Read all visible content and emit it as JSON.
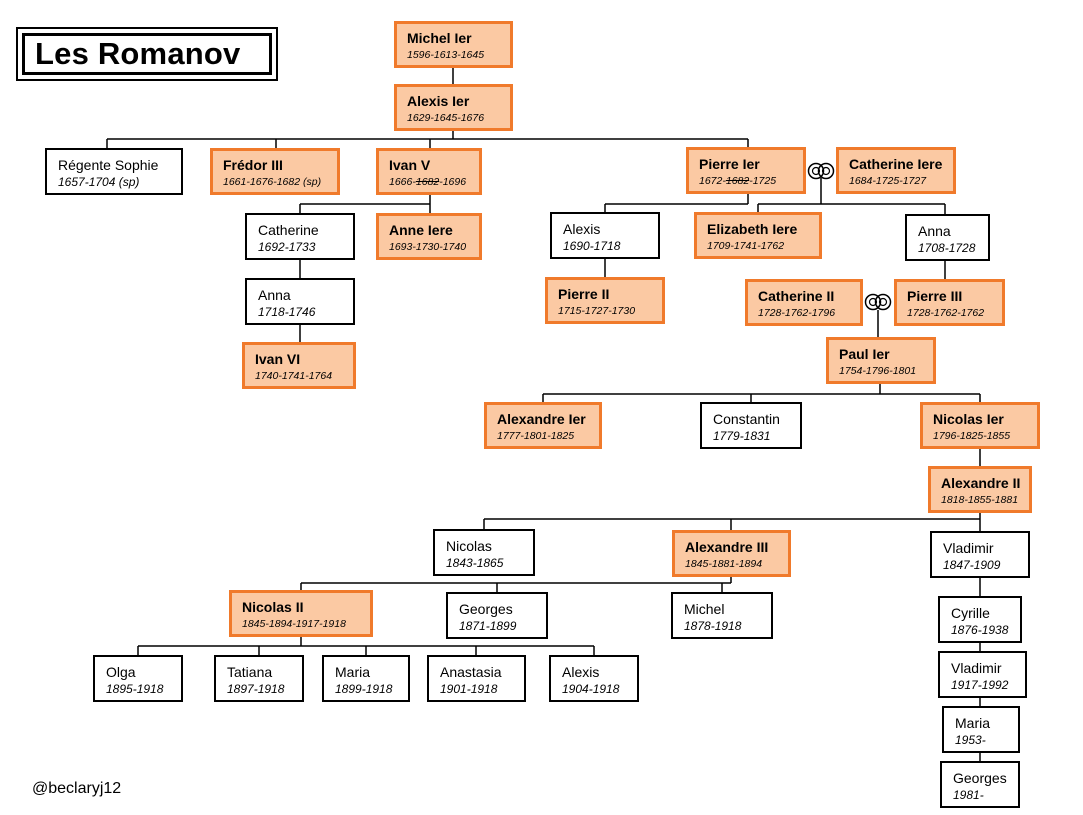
{
  "title": "Les Romanov",
  "signature": "@beclaryj12",
  "colors": {
    "ruler_fill": "#fbc9a3",
    "ruler_border": "#f07a2b",
    "box_border": "#000000",
    "line": "#000000"
  },
  "people": {
    "michel_ier": {
      "name": "Michel Ier",
      "dates": "1596-1613-1645",
      "ruler": true
    },
    "alexis_ier": {
      "name": "Alexis Ier",
      "dates": "1629-1645-1676",
      "ruler": true
    },
    "regente_sophie": {
      "name": "Régente Sophie",
      "dates": "1657-1704 (sp)",
      "ruler": false
    },
    "fredor_iii": {
      "name": "Frédor III",
      "dates": "1661-1676-1682 (sp)",
      "ruler": true
    },
    "ivan_v": {
      "name": "Ivan V",
      "dates_a": "1666-",
      "dates_struck": "1682",
      "dates_b": "-1696",
      "ruler": true
    },
    "pierre_ier": {
      "name": "Pierre Ier",
      "dates_a": "1672-",
      "dates_struck": "1682",
      "dates_b": "-1725",
      "ruler": true
    },
    "catherine_iere": {
      "name": "Catherine Iere",
      "dates": "1684-1725-1727",
      "ruler": true
    },
    "catherine": {
      "name": "Catherine",
      "dates": "1692-1733",
      "ruler": false
    },
    "anne_iere": {
      "name": "Anne Iere",
      "dates": "1693-1730-1740",
      "ruler": true
    },
    "alexis_son": {
      "name": "Alexis",
      "dates": "1690-1718",
      "ruler": false
    },
    "elizabeth_iere": {
      "name": "Elizabeth Iere",
      "dates": "1709-1741-1762",
      "ruler": true
    },
    "anna_1708": {
      "name": "Anna",
      "dates": "1708-1728",
      "ruler": false
    },
    "anna_1718": {
      "name": "Anna",
      "dates": "1718-1746",
      "ruler": false
    },
    "pierre_ii": {
      "name": "Pierre II",
      "dates": "1715-1727-1730",
      "ruler": true
    },
    "catherine_ii": {
      "name": "Catherine II",
      "dates": "1728-1762-1796",
      "ruler": true
    },
    "pierre_iii": {
      "name": "Pierre III",
      "dates": "1728-1762-1762",
      "ruler": true
    },
    "ivan_vi": {
      "name": "Ivan VI",
      "dates": "1740-1741-1764",
      "ruler": true
    },
    "paul_ier": {
      "name": "Paul Ier",
      "dates": "1754-1796-1801",
      "ruler": true
    },
    "alexandre_ier": {
      "name": "Alexandre Ier",
      "dates": "1777-1801-1825",
      "ruler": true
    },
    "constantin": {
      "name": "Constantin",
      "dates": "1779-1831",
      "ruler": false
    },
    "nicolas_ier": {
      "name": "Nicolas Ier",
      "dates": "1796-1825-1855",
      "ruler": true
    },
    "alexandre_ii": {
      "name": "Alexandre II",
      "dates": "1818-1855-1881",
      "ruler": true
    },
    "nicolas_1843": {
      "name": "Nicolas",
      "dates": "1843-1865",
      "ruler": false
    },
    "alexandre_iii": {
      "name": "Alexandre III",
      "dates": "1845-1881-1894",
      "ruler": true
    },
    "vladimir_1847": {
      "name": "Vladimir",
      "dates": "1847-1909",
      "ruler": false
    },
    "nicolas_ii": {
      "name": "Nicolas II",
      "dates": "1845-1894-1917-1918",
      "ruler": true
    },
    "georges_1871": {
      "name": "Georges",
      "dates": "1871-1899",
      "ruler": false
    },
    "michel_1878": {
      "name": "Michel",
      "dates": "1878-1918",
      "ruler": false
    },
    "cyrille": {
      "name": "Cyrille",
      "dates": "1876-1938",
      "ruler": false
    },
    "vladimir_1917": {
      "name": "Vladimir",
      "dates": "1917-1992",
      "ruler": false
    },
    "maria_1953": {
      "name": "Maria",
      "dates": "1953-",
      "ruler": false
    },
    "georges_1981": {
      "name": "Georges",
      "dates": "1981-",
      "ruler": false
    },
    "olga": {
      "name": "Olga",
      "dates": "1895-1918",
      "ruler": false
    },
    "tatiana": {
      "name": "Tatiana",
      "dates": "1897-1918",
      "ruler": false
    },
    "maria_1899": {
      "name": "Maria",
      "dates": "1899-1918",
      "ruler": false
    },
    "anastasia": {
      "name": "Anastasia",
      "dates": "1901-1918",
      "ruler": false
    },
    "alexis_1904": {
      "name": "Alexis",
      "dates": "1904-1918",
      "ruler": false
    }
  }
}
